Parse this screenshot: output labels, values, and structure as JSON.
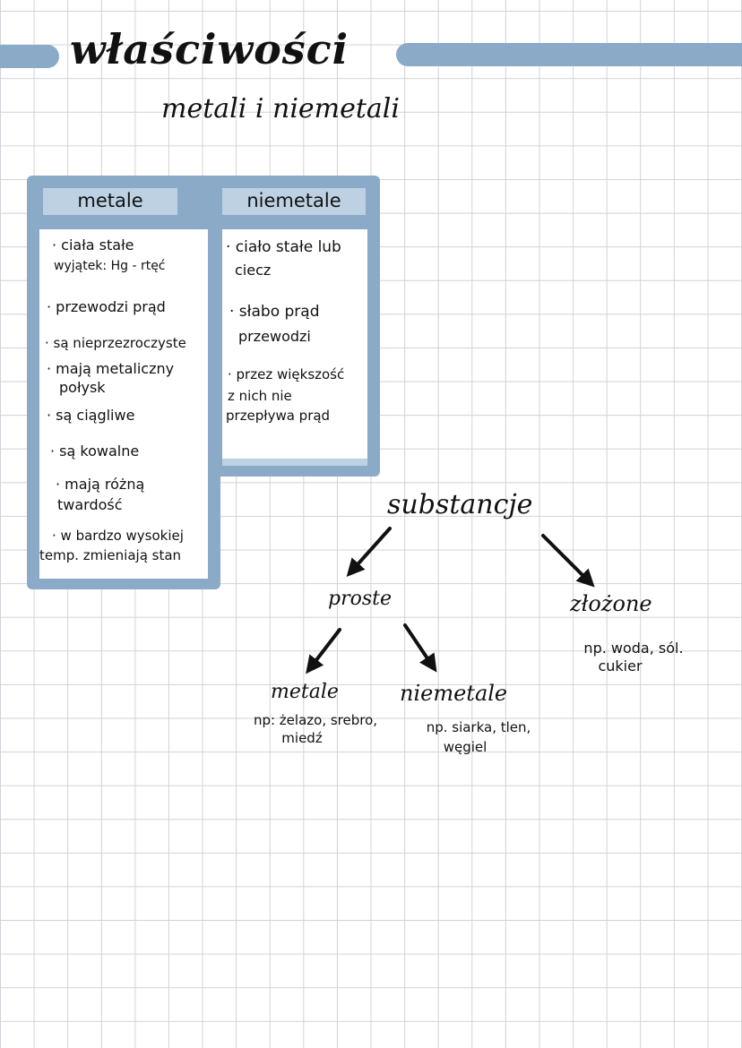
{
  "title": "właściwości",
  "subtitle": "metali i niemetali",
  "colors": {
    "accent": "#8aaac8",
    "header_fill": "#bdd1e3",
    "ink": "#111111",
    "grid": "#cfd3d8"
  },
  "table": {
    "metals": {
      "header": "metale",
      "items": [
        "· ciała stałe",
        "wyjątek: Hg - rtęć",
        "· przewodzi prąd",
        "· są nieprzezroczyste",
        "· mają metaliczny",
        "połysk",
        "· są ciągliwe",
        "· są kowalne",
        "· mają różną",
        "twardość",
        "· w bardzo wysokiej",
        "temp. zmieniają stan"
      ]
    },
    "nonmetals": {
      "header": "niemetale",
      "items": [
        "· ciało stałe lub",
        "ciecz",
        "· słabo prąd",
        "przewodzi",
        "· przez większość",
        "z nich nie",
        "przepływa prąd"
      ]
    }
  },
  "tree": {
    "root": "substancje",
    "simple": "proste",
    "compound": "złożone",
    "compound_example_1": "np. woda, sól.",
    "compound_example_2": "cukier",
    "metals": "metale",
    "metals_example_1": "np: żelazo, srebro,",
    "metals_example_2": "miedź",
    "nonmetals": "niemetale",
    "nonmetals_example_1": "np. siarka, tlen,",
    "nonmetals_example_2": "węgiel"
  }
}
